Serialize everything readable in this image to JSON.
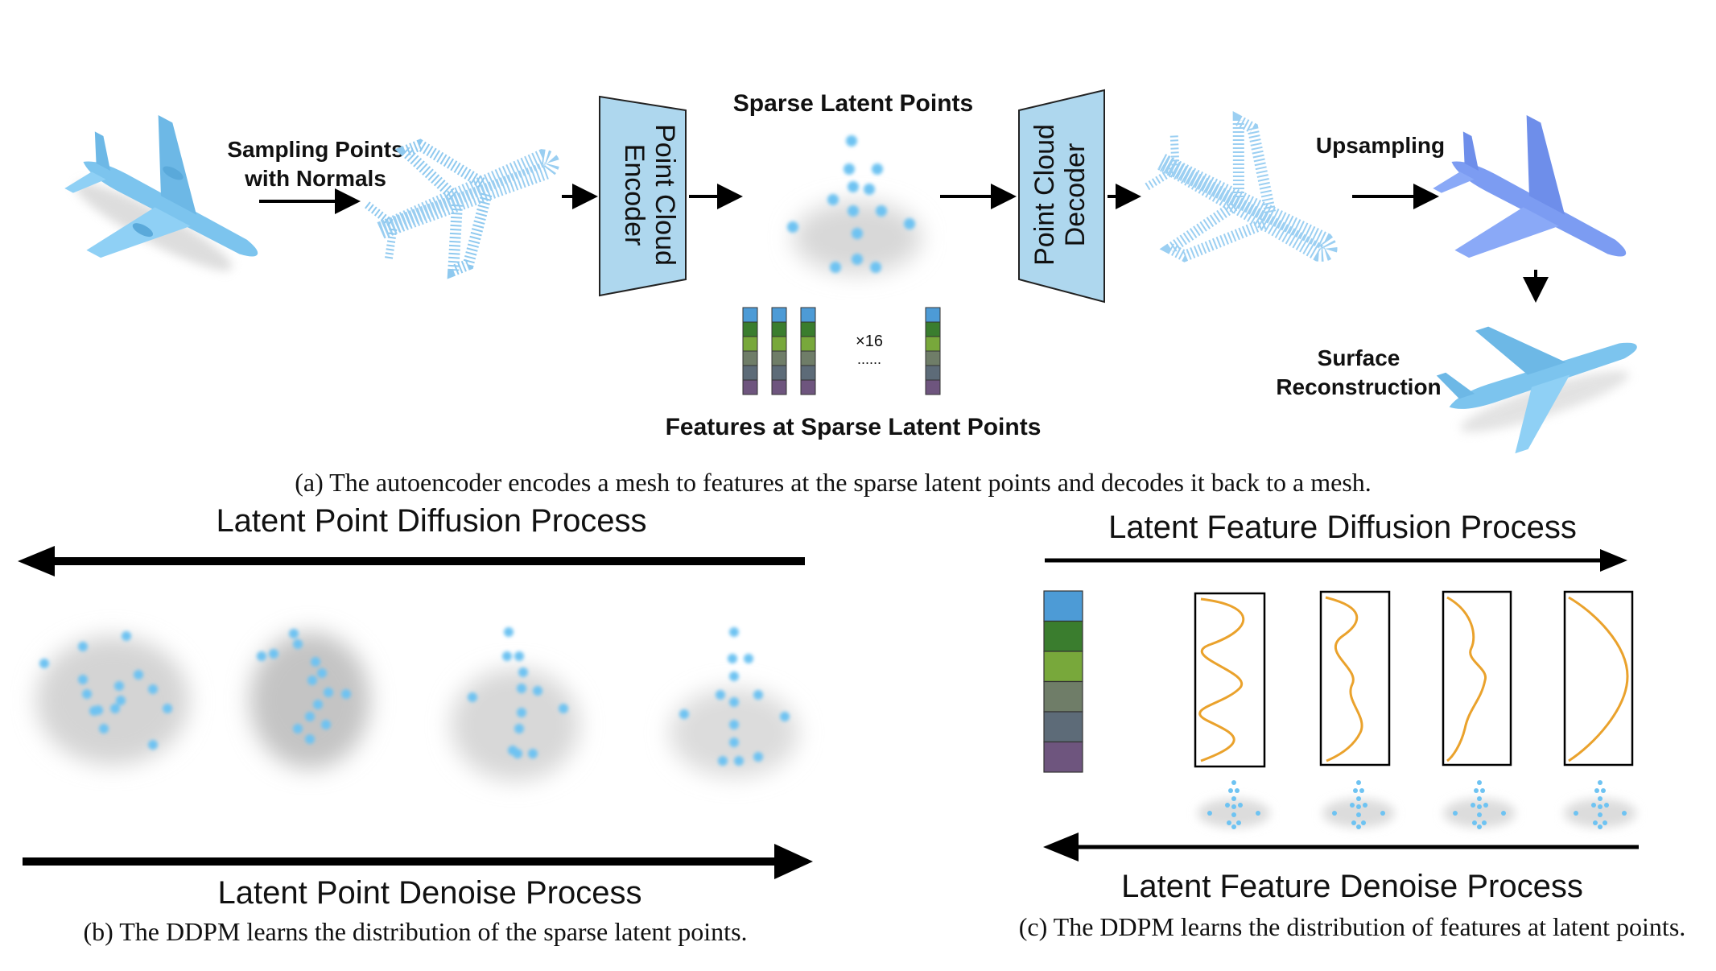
{
  "part_a": {
    "sampling_label_line1": "Sampling Points",
    "sampling_label_line2": "with Normals",
    "encoder_line1": "Point Cloud",
    "encoder_line2": "Encoder",
    "sparse_latent_title": "Sparse Latent Points",
    "decoder_line1": "Point Cloud",
    "decoder_line2": "Decoder",
    "upsampling_label": "Upsampling",
    "surface_line1": "Surface",
    "surface_line2": "Reconstruction",
    "multiplier_label": "×16",
    "ellipsis": "......",
    "features_title": "Features at Sparse Latent Points",
    "caption": "(a) The autoencoder encodes a mesh to features at the sparse latent points and decodes it back to a mesh."
  },
  "part_b": {
    "diffusion_title": "Latent Point Diffusion Process",
    "denoise_title": "Latent Point Denoise Process",
    "caption": "(b) The DDPM learns the distribution of the sparse latent points."
  },
  "part_c": {
    "diffusion_title": "Latent Feature Diffusion Process",
    "denoise_title": "Latent Feature Denoise Process",
    "caption": "(c) The DDPM learns the distribution of features at latent points."
  },
  "colors": {
    "plane_blue": "#7cc4ee",
    "point_blue": "#6ec3f2",
    "box_fill": "#aed7ee",
    "curve_orange": "#eaa22c",
    "feature_stack": [
      "#4d9bd6",
      "#3a7d2e",
      "#78a83b",
      "#6f7d68",
      "#5d6b78",
      "#6e557e"
    ]
  }
}
